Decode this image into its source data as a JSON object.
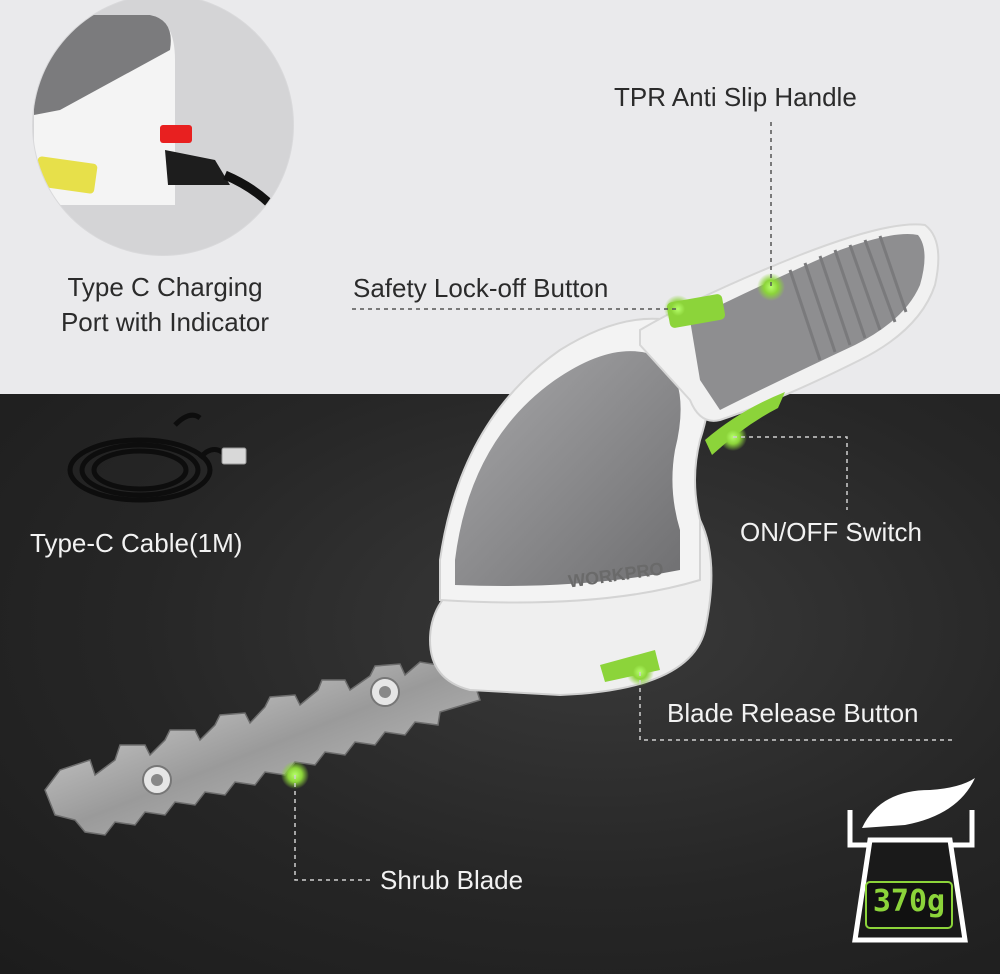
{
  "labels": {
    "tpr_handle": "TPR Anti Slip Handle",
    "safety_lock": "Safety Lock-off Button",
    "type_c_port_line1": "Type C Charging",
    "type_c_port_line2": "Port with Indicator",
    "cable": "Type-C Cable(1M)",
    "on_off": "ON/OFF Switch",
    "blade_release": "Blade Release Button",
    "shrub_blade": "Shrub Blade"
  },
  "brand": "WORKPRO",
  "weight": "370g",
  "colors": {
    "accent_green": "#8cd43a",
    "top_background": "#eaeaec",
    "bottom_background": "#262626",
    "body_white": "#f3f3f3",
    "body_gray": "#8e8e90"
  }
}
